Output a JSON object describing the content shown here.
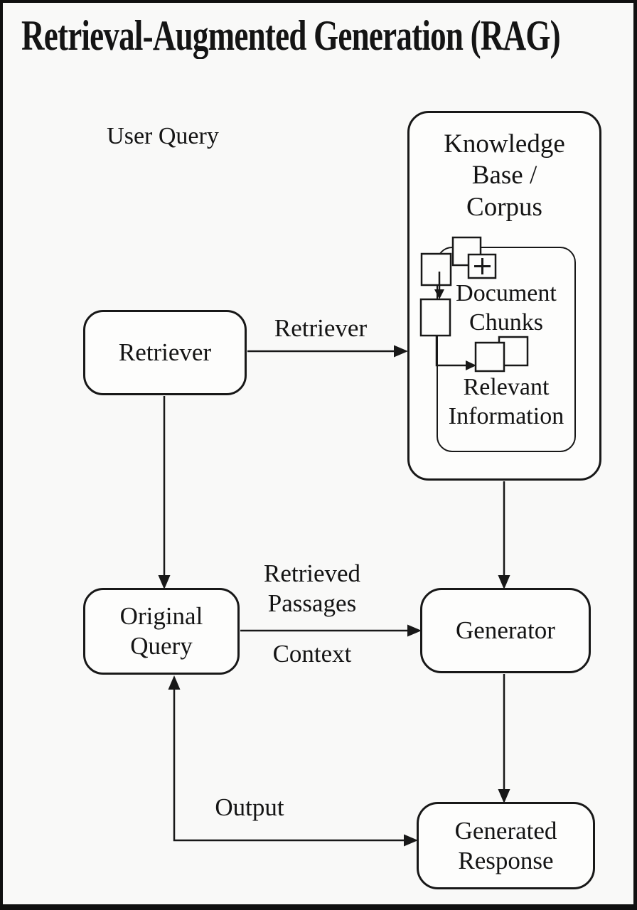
{
  "title": "Retrieval-Augmented Generation (RAG)",
  "annotations": {
    "user_query": "User Query",
    "retriever_edge": "Retriever",
    "retrieved_passages": [
      "Retrieved",
      "Passages"
    ],
    "context": "Context",
    "output": "Output"
  },
  "nodes": {
    "retriever": {
      "label": "Retriever"
    },
    "knowledge_base": {
      "lines": [
        "Knowledge",
        "Base /",
        "Corpus"
      ]
    },
    "document_chunks": {
      "lines": [
        "Document",
        "Chunks"
      ]
    },
    "relevant_information": {
      "lines": [
        "Relevant",
        "Information"
      ]
    },
    "original_query": {
      "lines": [
        "Original",
        "Query"
      ]
    },
    "generator": {
      "label": "Generator"
    },
    "generated_response": {
      "lines": [
        "Generated",
        "Response"
      ]
    }
  },
  "icons": {
    "add_document": "plus-icon",
    "document_chunk": "square-icon",
    "relevant_chunk": "square-icon"
  },
  "colors": {
    "ink": "#141414",
    "line": "#181818",
    "canvas": "#f9f9f8",
    "box_fill": "#fdfdfc",
    "frame_border": "#101010"
  }
}
